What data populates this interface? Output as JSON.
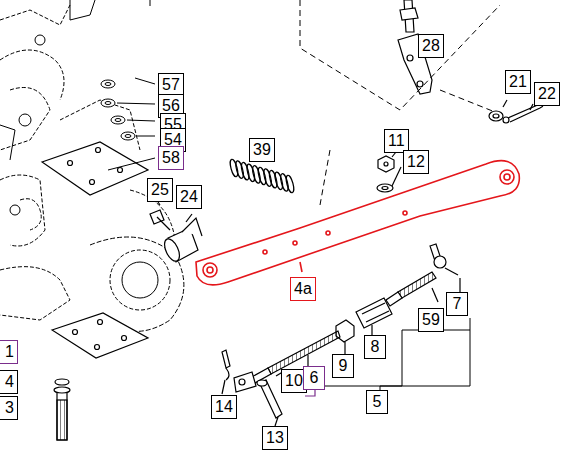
{
  "diagram": {
    "labels": [
      "57",
      "56",
      "55",
      "54",
      "58",
      "25",
      "24",
      "39",
      "28",
      "21",
      "22",
      "11",
      "12",
      "4a",
      "7",
      "59",
      "8",
      "9",
      "10",
      "6",
      "5",
      "14",
      "13",
      "1",
      "4",
      "3"
    ]
  }
}
